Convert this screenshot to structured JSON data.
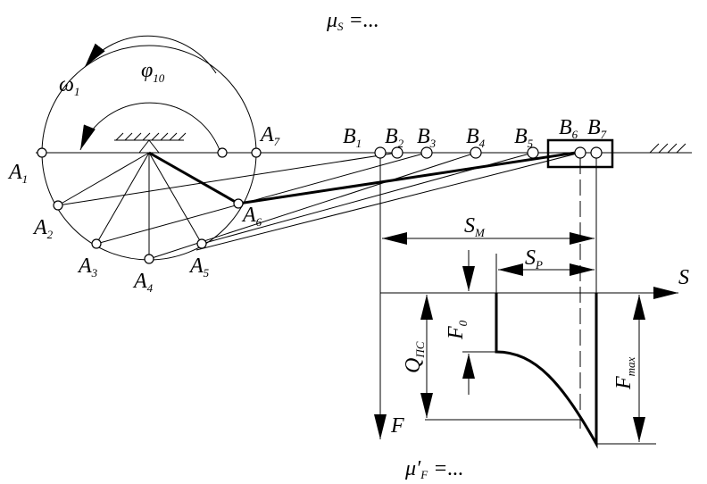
{
  "labels": {
    "mu_s": {
      "main": "μ",
      "sub": "S",
      "rest": " =..."
    },
    "mu_f": {
      "main": "μ′",
      "sub": "F",
      "rest": " =..."
    },
    "omega": {
      "main": "ω",
      "sub": "1"
    },
    "phi": {
      "main": "φ",
      "sub": "10"
    },
    "A": [
      {
        "main": "A",
        "sub": "1"
      },
      {
        "main": "A",
        "sub": "2"
      },
      {
        "main": "A",
        "sub": "3"
      },
      {
        "main": "A",
        "sub": "4"
      },
      {
        "main": "A",
        "sub": "5"
      },
      {
        "main": "A",
        "sub": "6"
      },
      {
        "main": "A",
        "sub": "7"
      }
    ],
    "B": [
      {
        "main": "B",
        "sub": "1"
      },
      {
        "main": "B",
        "sub": "2"
      },
      {
        "main": "B",
        "sub": "3"
      },
      {
        "main": "B",
        "sub": "4"
      },
      {
        "main": "B",
        "sub": "5"
      },
      {
        "main": "B",
        "sub": "6"
      },
      {
        "main": "B",
        "sub": "7"
      }
    ],
    "S_M": {
      "main": "S",
      "sub": "M"
    },
    "S_P": {
      "main": "S",
      "sub": "P"
    },
    "S_axis": "S",
    "F_axis": "F",
    "F_0": {
      "main": "F",
      "sub": "0"
    },
    "Q_PS": {
      "main": "Q",
      "sub": "ПС"
    },
    "F_max": {
      "main": "F",
      "sub": "max"
    }
  }
}
